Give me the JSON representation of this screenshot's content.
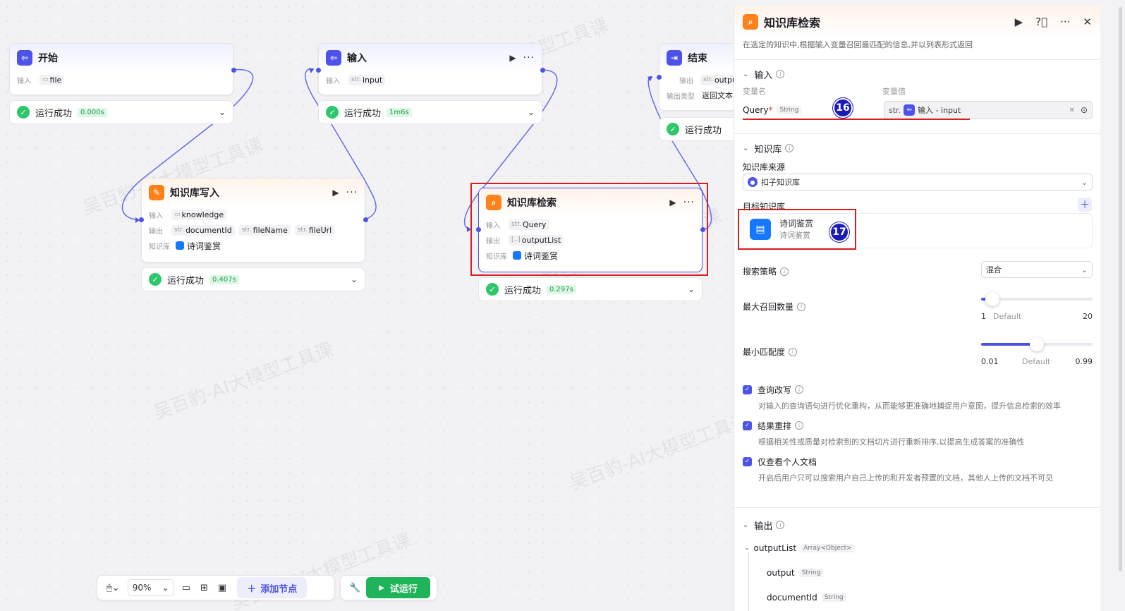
{
  "watermark": "吴百豹-AI大模型工具课",
  "nodes": {
    "start": {
      "title": "开始",
      "input_label": "输入",
      "input_value": "file",
      "status": "运行成功",
      "time": "0.000s"
    },
    "input": {
      "title": "输入",
      "input_label": "输入",
      "input_prefix": "str.",
      "input_value": "input",
      "status": "运行成功",
      "time": "1m6s"
    },
    "end": {
      "title": "结束",
      "output_label": "输出",
      "output_prefix": "str.",
      "output_value": "outpu",
      "output_type_label": "输出类型",
      "output_type_value": "返回文本",
      "status": "运行成功"
    },
    "kb_write": {
      "title": "知识库写入",
      "input_label": "输入",
      "input_value": "knowledge",
      "output_label": "输出",
      "outputs": [
        {
          "prefix": "str.",
          "name": "documentId"
        },
        {
          "prefix": "str.",
          "name": "fileName"
        },
        {
          "prefix": "str.",
          "name": "fileUrl"
        }
      ],
      "kb_label": "知识库",
      "kb_value": "诗词鉴赏",
      "status": "运行成功",
      "time": "0.407s"
    },
    "kb_search": {
      "title": "知识库检索",
      "input_label": "输入",
      "input_prefix": "str.",
      "input_value": "Query",
      "output_label": "输出",
      "output_prefix": "[..]",
      "output_value": "outputList",
      "kb_label": "知识库",
      "kb_value": "诗词鉴赏",
      "status": "运行成功",
      "time": "0.297s"
    }
  },
  "toolbar": {
    "zoom": "90%",
    "add_node": "添加节点",
    "run": "试运行"
  },
  "badges": {
    "b16": "16",
    "b17": "17"
  },
  "panel": {
    "title": "知识库检索",
    "description": "在选定的知识中,根据输入变量召回最匹配的信息,并以列表形式返回",
    "input_section": "输入",
    "col_var_name": "变量名",
    "col_var_value": "变量值",
    "query_name": "Query",
    "query_type": "String",
    "value_prefix": "str.",
    "value_ref": "输入 - input",
    "kb_section": "知识库",
    "kb_source_label": "知识库来源",
    "kb_source_value": "扣子知识库",
    "target_kb_label": "目标知识库",
    "kb_card_title": "诗词鉴赏",
    "kb_card_sub": "诗词鉴赏",
    "strategy_label": "搜索策略",
    "strategy_value": "混合",
    "max_recall_label": "最大召回数量",
    "max_recall": {
      "min": "1",
      "default": "Default",
      "max": "20",
      "level": 0.1
    },
    "min_match_label": "最小匹配度",
    "min_match": {
      "min": "0.01",
      "default": "Default",
      "max": "0.99",
      "level": 0.5
    },
    "options": [
      {
        "label": "查询改写",
        "desc": "对输入的查询语句进行优化重构，从而能够更准确地捕捉用户意图，提升信息检索的效率"
      },
      {
        "label": "结果重排",
        "desc": "根据相关性或质量对检索到的文档切片进行重新排序,以提高生成答案的准确性"
      },
      {
        "label": "仅查看个人文档",
        "desc": "开启后用户只可以搜索用户自己上传的和开发者预置的文档，其他人上传的文档不可见"
      }
    ],
    "output_section": "输出",
    "outputs": [
      {
        "name": "outputList",
        "type": "Array<Object>"
      },
      {
        "name": "output",
        "type": "String"
      },
      {
        "name": "documentId",
        "type": "String"
      }
    ]
  },
  "colors": {
    "accent": "#4d53e8",
    "success": "#2ec76b",
    "orange": "#ff811a",
    "run": "#1fb35a",
    "highlight": "#d81e1e"
  }
}
